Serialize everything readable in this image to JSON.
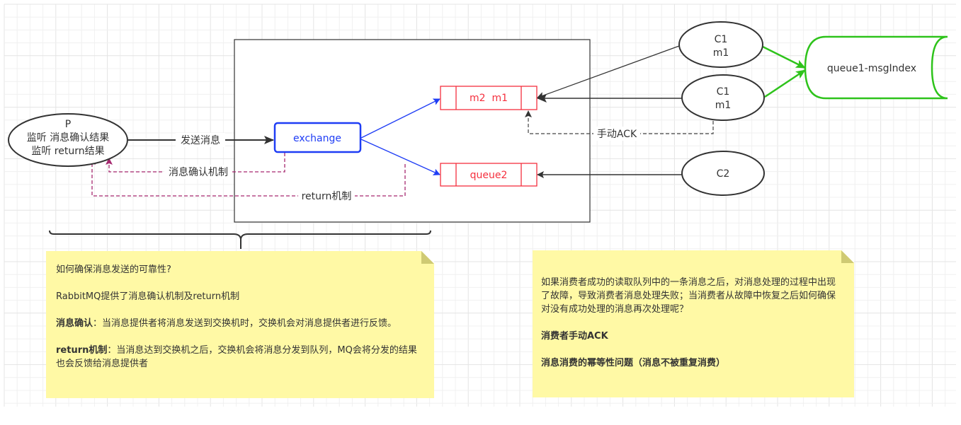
{
  "canvas": {
    "grid": true,
    "colors": {
      "grid_minor": "#f0f0f0",
      "grid_major": "#e4e4e4",
      "note_fill": "#fff9a5",
      "note_fold": "#cfca73",
      "node_stroke": "#333333",
      "exchange_stroke": "#1f3df5",
      "queue_stroke": "#f5303e",
      "routing_edge": "#1f3df5",
      "feedback_edge": "#a6286f",
      "index_stroke": "#2ec31b",
      "text": "#333333"
    }
  },
  "nodes": {
    "producer": {
      "lines": [
        "P",
        "监听 消息确认结果",
        "监听 return结果"
      ]
    },
    "exchange": {
      "label": "exchange"
    },
    "queue1": {
      "label": "m2  m1"
    },
    "queue2": {
      "label": "queue2"
    },
    "consumer_c1_a": {
      "lines": [
        "C1",
        "m1"
      ]
    },
    "consumer_c1_b": {
      "lines": [
        "C1",
        "m1"
      ]
    },
    "consumer_c2": {
      "label": "C2"
    },
    "msg_index": {
      "label": "queue1-msgIndex"
    }
  },
  "edges": {
    "send": {
      "label": "发送消息"
    },
    "confirm": {
      "label": "消息确认机制"
    },
    "return": {
      "label": "return机制"
    },
    "manual_ack": {
      "label": "手动ACK"
    }
  },
  "notes": {
    "sender_reliability": {
      "question": "如何确保消息发送的可靠性?",
      "intro": "RabbitMQ提供了消息确认机制及return机制",
      "confirm_title": "消息确认",
      "confirm_text": "：当消息提供者将消息发送到交换机时，交换机会对消息提供者进行反馈。",
      "return_title": "return机制",
      "return_text": "：当消息达到交换机之后，交换机会将消息分发到队列，MQ会将分发的结果也会反馈给消息提供者"
    },
    "consumer_reliability": {
      "question": "如果消费者成功的读取队列中的一条消息之后，对消息处理的过程中出现了故障，导致消费者消息处理失败；当消费者从故障中恢复之后如何确保对没有成功处理的消息再次处理呢？",
      "answer": "消费者手动ACK",
      "idempotency": "消息消费的幂等性问题（消息不被重复消费）"
    }
  }
}
